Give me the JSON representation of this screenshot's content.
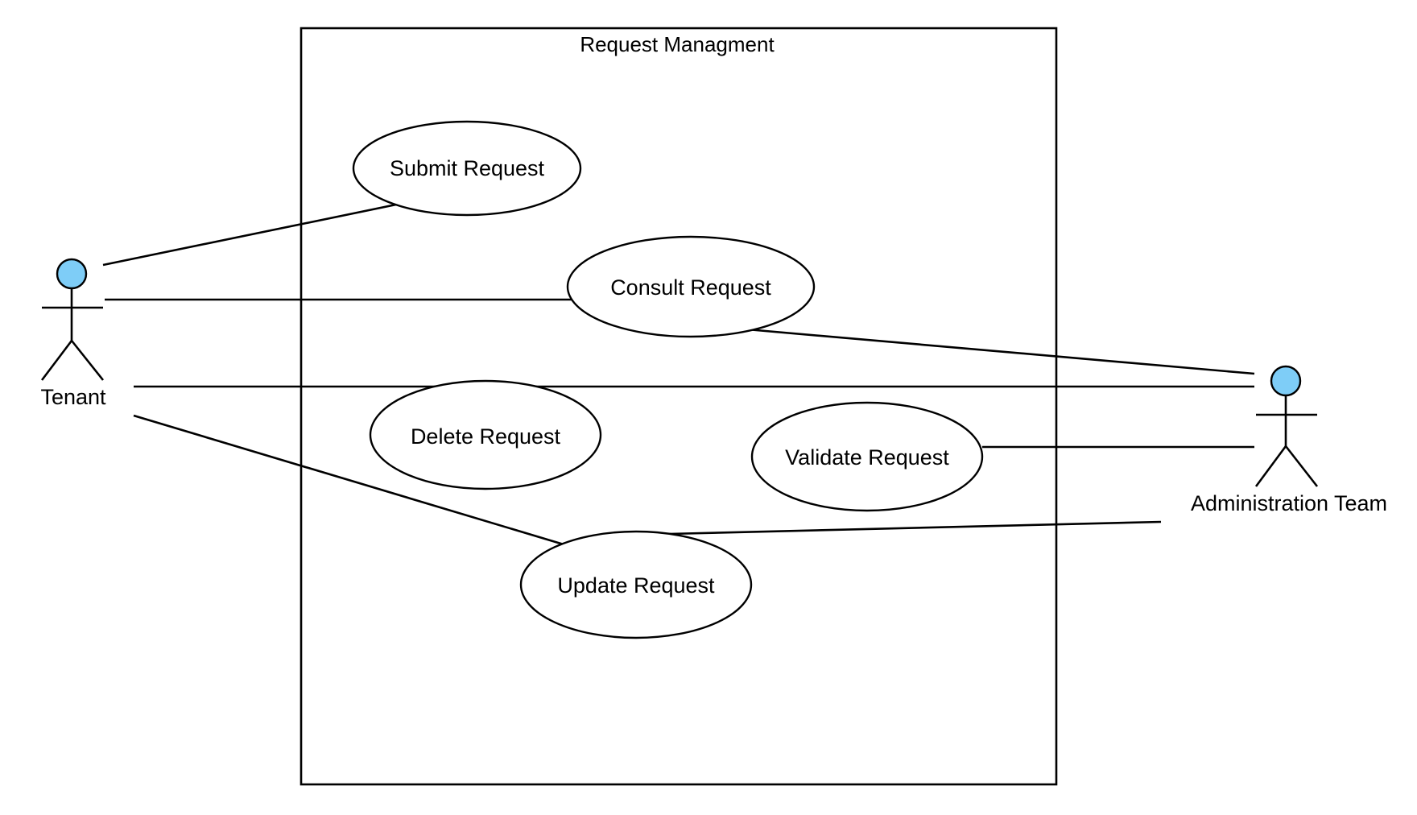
{
  "system": {
    "title": "Request Managment"
  },
  "actors": {
    "tenant": {
      "label": "Tenant"
    },
    "admin": {
      "label": "Administration Team"
    }
  },
  "use_cases": {
    "submit": "Submit Request",
    "consult": "Consult Request",
    "delete": "Delete Request",
    "validate": "Validate Request",
    "update": "Update Request"
  },
  "colors": {
    "actor_head": "#7ecdf7",
    "line": "#000000",
    "background": "#ffffff"
  }
}
